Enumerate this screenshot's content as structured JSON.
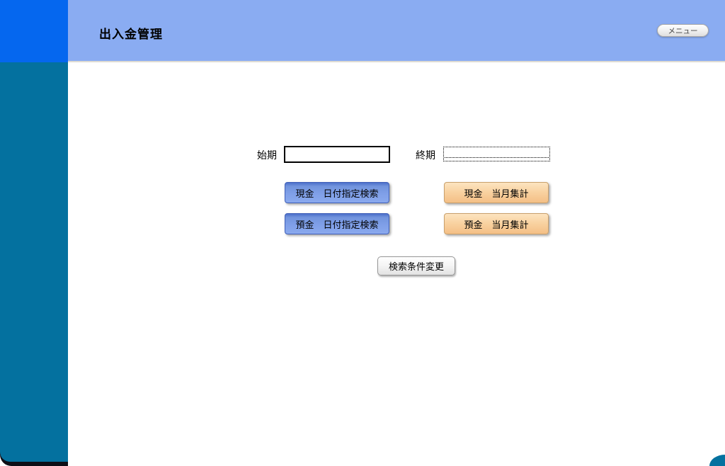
{
  "header": {
    "title": "出入金管理",
    "menu_button_label": "メニュー"
  },
  "form": {
    "start_label": "始期",
    "start_value": "",
    "end_label": "終期",
    "end_value": ""
  },
  "buttons": {
    "cash_date_search": "現金　日付指定検索",
    "cash_month_total": "現金　当月集計",
    "deposit_date_search": "預金　日付指定検索",
    "deposit_month_total": "預金　当月集計",
    "change_condition": "検索条件変更"
  },
  "colors": {
    "corner_block_blue": "#0567ef",
    "header_blue": "#8aacf2",
    "sidebar_teal": "#04719f",
    "button_blue": "#7f9fe8",
    "button_orange": "#f9d3a2"
  }
}
